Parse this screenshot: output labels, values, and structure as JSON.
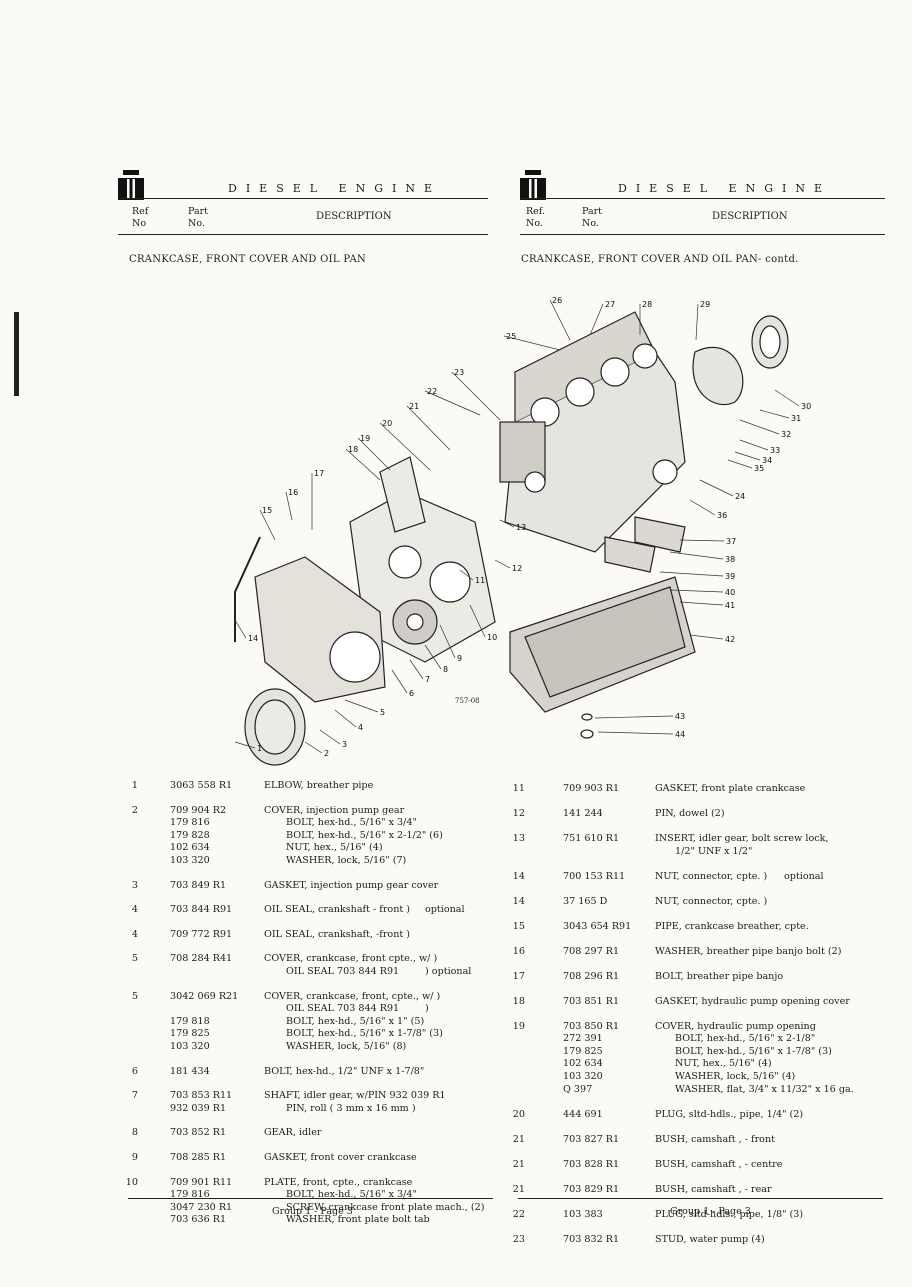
{
  "left": {
    "header": {
      "engine_title": "DIESEL ENGINE",
      "ref_label": "Ref",
      "ref_no": "No",
      "part_label": "Part",
      "part_no": "No.",
      "desc_label": "DESCRIPTION"
    },
    "section_title": "CRANKCASE, FRONT COVER AND OIL PAN",
    "footer": "Group 1 - Page 3",
    "rows": [
      {
        "ref": "1",
        "part": "3063 558 R1",
        "desc": "ELBOW, breather pipe",
        "indent": false,
        "note": ""
      },
      {
        "ref": "2",
        "part": "709 904 R2",
        "desc": "COVER, injection pump gear",
        "indent": false,
        "note": ""
      },
      {
        "ref": "",
        "part": "179 816",
        "desc": "BOLT, hex-hd., 5/16\" x 3/4\"",
        "indent": true,
        "note": ""
      },
      {
        "ref": "",
        "part": "179 828",
        "desc": "BOLT, hex-hd., 5/16\" x 2-1/2\" (6)",
        "indent": true,
        "note": ""
      },
      {
        "ref": "",
        "part": "102 634",
        "desc": "NUT, hex., 5/16\" (4)",
        "indent": true,
        "note": ""
      },
      {
        "ref": "",
        "part": "103 320",
        "desc": "WASHER, lock, 5/16\" (7)",
        "indent": true,
        "note": ""
      },
      {
        "ref": "3",
        "part": "703 849 R1",
        "desc": "GASKET, injection pump gear cover",
        "indent": false,
        "note": ""
      },
      {
        "ref": "4",
        "part": "703 844 R91",
        "desc": "OIL SEAL, crankshaft - front )",
        "indent": false,
        "note": "optional"
      },
      {
        "ref": "4",
        "part": "709 772 R91",
        "desc": "OIL SEAL, crankshaft, -front )",
        "indent": false,
        "note": ""
      },
      {
        "ref": "5",
        "part": "708 284 R41",
        "desc": "COVER, crankcase, front cpte., w/ )",
        "indent": false,
        "note": ""
      },
      {
        "ref": "",
        "part": "",
        "desc": "OIL SEAL 703 844 R91",
        "indent": true,
        "note": ") optional"
      },
      {
        "ref": "5",
        "part": "3042 069 R21",
        "desc": "COVER, crankcase, front, cpte., w/ )",
        "indent": false,
        "note": ""
      },
      {
        "ref": "",
        "part": "",
        "desc": "OIL SEAL 703 844 R91",
        "indent": true,
        "note": ")"
      },
      {
        "ref": "",
        "part": "179 818",
        "desc": "BOLT, hex-hd., 5/16\" x 1\" (5)",
        "indent": true,
        "note": ""
      },
      {
        "ref": "",
        "part": "179 825",
        "desc": "BOLT, hex-hd., 5/16\" x 1-7/8\" (3)",
        "indent": true,
        "note": ""
      },
      {
        "ref": "",
        "part": "103 320",
        "desc": "WASHER, lock, 5/16\" (8)",
        "indent": true,
        "note": ""
      },
      {
        "ref": "6",
        "part": "181 434",
        "desc": "BOLT, hex-hd., 1/2\" UNF x 1-7/8\"",
        "indent": false,
        "note": ""
      },
      {
        "ref": "7",
        "part": "703 853 R11",
        "desc": "SHAFT, idler gear, w/PIN 932 039 R1",
        "indent": false,
        "note": ""
      },
      {
        "ref": "",
        "part": "932 039 R1",
        "desc": "PIN, roll ( 3 mm x 16 mm )",
        "indent": true,
        "note": ""
      },
      {
        "ref": "8",
        "part": "703 852 R1",
        "desc": "GEAR, idler",
        "indent": false,
        "note": ""
      },
      {
        "ref": "9",
        "part": "708 285 R1",
        "desc": "GASKET, front cover crankcase",
        "indent": false,
        "note": ""
      },
      {
        "ref": "10",
        "part": "709 901 R11",
        "desc": "PLATE, front, cpte., crankcase",
        "indent": false,
        "note": ""
      },
      {
        "ref": "",
        "part": "179 816",
        "desc": "BOLT, hex-hd., 5/16\" x 3/4\"",
        "indent": true,
        "note": ""
      },
      {
        "ref": "",
        "part": "3047 230 R1",
        "desc": "SCREW, crankcase front plate mach., (2)",
        "indent": true,
        "note": ""
      },
      {
        "ref": "",
        "part": "703 636 R1",
        "desc": "WASHER, front plate bolt tab",
        "indent": true,
        "note": ""
      }
    ]
  },
  "right": {
    "header": {
      "engine_title": "DIESEL ENGINE",
      "ref_label": "Ref.",
      "ref_no": "No.",
      "part_label": "Part",
      "part_no": "No.",
      "desc_label": "DESCRIPTION"
    },
    "section_title": "CRANKCASE, FRONT COVER AND OIL PAN- contd.",
    "footer": "Group 1 - Page 3",
    "rows": [
      {
        "ref": "11",
        "part": "709 903 R1",
        "desc": "GASKET, front plate crankcase",
        "indent": false,
        "note": ""
      },
      {
        "ref": "12",
        "part": "141 244",
        "desc": "PIN, dowel (2)",
        "indent": false,
        "note": ""
      },
      {
        "ref": "13",
        "part": "751 610 R1",
        "desc": "INSERT, idler gear, bolt screw lock,",
        "indent": false,
        "note": ""
      },
      {
        "ref": "",
        "part": "",
        "desc": "1/2\" UNF x 1/2\"",
        "indent": true,
        "note": ""
      },
      {
        "ref": "14",
        "part": "700 153 R11",
        "desc": "NUT, connector, cpte. )",
        "indent": false,
        "note": "optional"
      },
      {
        "ref": "14",
        "part": "37 165 D",
        "desc": "NUT, connector, cpte. )",
        "indent": false,
        "note": ""
      },
      {
        "ref": "15",
        "part": "3043 654 R91",
        "desc": "PIPE, crankcase breather, cpte.",
        "indent": false,
        "note": ""
      },
      {
        "ref": "16",
        "part": "708 297 R1",
        "desc": "WASHER, breather pipe banjo bolt (2)",
        "indent": false,
        "note": ""
      },
      {
        "ref": "17",
        "part": "708 296 R1",
        "desc": "BOLT, breather pipe banjo",
        "indent": false,
        "note": ""
      },
      {
        "ref": "18",
        "part": "703 851 R1",
        "desc": "GASKET, hydraulic pump opening cover",
        "indent": false,
        "note": ""
      },
      {
        "ref": "19",
        "part": "703 850 R1",
        "desc": "COVER, hydraulic pump opening",
        "indent": false,
        "note": ""
      },
      {
        "ref": "",
        "part": "272 391",
        "desc": "BOLT, hex-hd., 5/16\" x 2-1/8\"",
        "indent": true,
        "note": ""
      },
      {
        "ref": "",
        "part": "179 825",
        "desc": "BOLT, hex-hd., 5/16\" x 1-7/8\" (3)",
        "indent": true,
        "note": ""
      },
      {
        "ref": "",
        "part": "102 634",
        "desc": "NUT, hex., 5/16\" (4)",
        "indent": true,
        "note": ""
      },
      {
        "ref": "",
        "part": "103 320",
        "desc": "WASHER, lock, 5/16\" (4)",
        "indent": true,
        "note": ""
      },
      {
        "ref": "",
        "part": "Q 397",
        "desc": "WASHER, flat, 3/4\" x 11/32\" x 16 ga.",
        "indent": true,
        "note": ""
      },
      {
        "ref": "20",
        "part": "444 691",
        "desc": "PLUG, sltd-hdls., pipe, 1/4\" (2)",
        "indent": false,
        "note": ""
      },
      {
        "ref": "21",
        "part": "703 827 R1",
        "desc": "BUSH, camshaft , - front",
        "indent": false,
        "note": ""
      },
      {
        "ref": "21",
        "part": "703 828 R1",
        "desc": "BUSH, camshaft , - centre",
        "indent": false,
        "note": ""
      },
      {
        "ref": "21",
        "part": "703 829 R1",
        "desc": "BUSH, camshaft , - rear",
        "indent": false,
        "note": ""
      },
      {
        "ref": "22",
        "part": "103 383",
        "desc": "PLUG, sltd-hdls., pipe, 1/8\" (3)",
        "indent": false,
        "note": ""
      },
      {
        "ref": "23",
        "part": "703 832 R1",
        "desc": "STUD, water pump (4)",
        "indent": false,
        "note": ""
      }
    ]
  },
  "diagram": {
    "drawing_code": "757-08",
    "callouts": [
      "1",
      "2",
      "3",
      "4",
      "5",
      "6",
      "7",
      "8",
      "9",
      "10",
      "11",
      "12",
      "13",
      "14",
      "15",
      "16",
      "17",
      "18",
      "19",
      "20",
      "21",
      "22",
      "23",
      "24",
      "25",
      "26",
      "27",
      "28",
      "29",
      "30",
      "31",
      "32",
      "33",
      "34",
      "35",
      "36",
      "37",
      "38",
      "39",
      "40",
      "41",
      "42",
      "43",
      "44"
    ]
  }
}
